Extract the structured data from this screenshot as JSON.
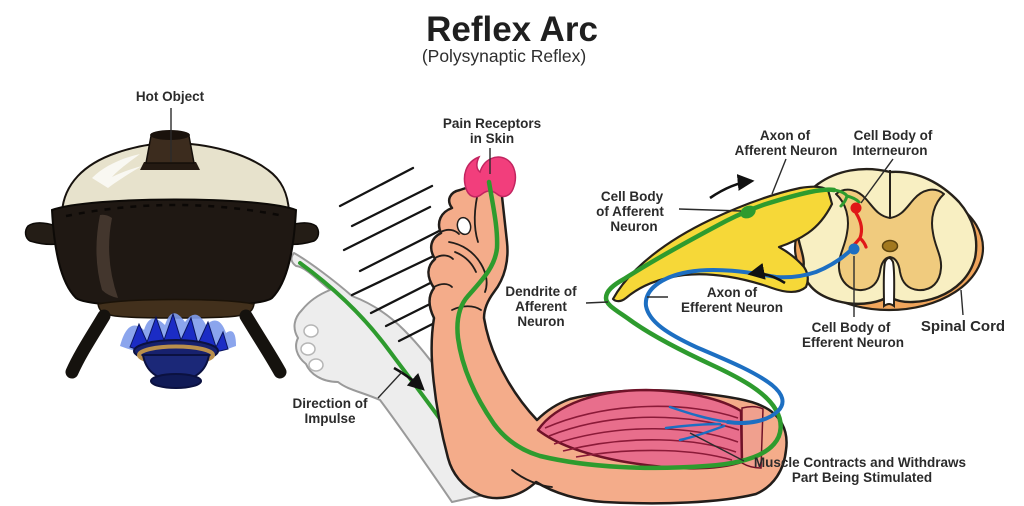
{
  "title": {
    "main": "Reflex Arc",
    "subtitle": "(Polysynaptic Reflex)"
  },
  "labels": {
    "hot_object": {
      "lines": [
        "Hot Object"
      ]
    },
    "pain_receptors": {
      "lines": [
        "Pain Receptors",
        "in Skin"
      ]
    },
    "dendrite_afferent": {
      "lines": [
        "Dendrite of",
        "Afferent",
        "Neuron"
      ]
    },
    "direction_impulse": {
      "lines": [
        "Direction of",
        "Impulse"
      ]
    },
    "cell_body_afferent": {
      "lines": [
        "Cell Body",
        "of Afferent",
        "Neuron"
      ]
    },
    "axon_afferent": {
      "lines": [
        "Axon of",
        "Afferent Neuron"
      ]
    },
    "cell_body_interneuron": {
      "lines": [
        "Cell Body of",
        "Interneuron"
      ]
    },
    "axon_efferent": {
      "lines": [
        "Axon of",
        "Efferent Neuron"
      ]
    },
    "cell_body_efferent": {
      "lines": [
        "Cell Body of",
        "Efferent Neuron"
      ]
    },
    "spinal_cord": {
      "lines": [
        "Spinal Cord"
      ]
    },
    "muscle": {
      "lines": [
        "Muscle Contracts and Withdraws",
        "Part Being Stimulated"
      ]
    }
  },
  "colors": {
    "afferent_nerve": "#2E9B2E",
    "efferent_nerve": "#1D6FC2",
    "interneuron_red": "#E01818",
    "nerve_bundle_yellow": "#F6D838",
    "spinal_cord_surface": "#F8EFC2",
    "gray_matter": "#F0CB7E",
    "spinal_cord_side": "#F0A55C",
    "central_canal": "#A3791F",
    "skin": "#F4AC8A",
    "muscle_pink": "#E86E8C",
    "receptor_pink": "#F23E7C",
    "flame_deep_blue": "#1B2CC5",
    "flame_halo_blue": "#7E9BEB",
    "pot_body_black": "#1F1813",
    "lid_cream": "#E7E2CC",
    "ghost_gray": "#EDEDED",
    "label_text": "#2B2B2B"
  }
}
